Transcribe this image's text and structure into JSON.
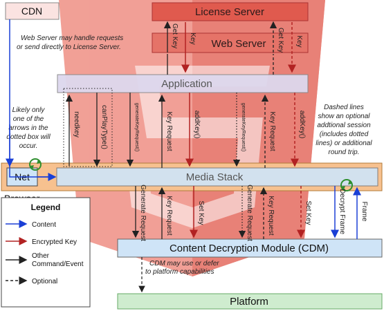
{
  "boxes": {
    "cdn": "CDN",
    "license_server": "License Server",
    "web_server": "Web Server",
    "application": "Application",
    "net": "Net",
    "media_stack": "Media Stack",
    "browser": "Browser",
    "cdm": "Content Decryption Module (CDM)",
    "platform": "Platform"
  },
  "notes": {
    "web_server_line1": "Web Server may handle requests",
    "web_server_line2": "or send directly to License Server.",
    "likely_line1": "Likely only",
    "likely_line2": "one of the",
    "likely_line3": "arrows in the",
    "likely_line4": "dotted box will",
    "likely_line5": "occur.",
    "dashed_line1": "Dashed lines",
    "dashed_line2": "show an optional",
    "dashed_line3": "addtional session",
    "dashed_line4": "(includes dotted",
    "dashed_line5": "lines) or additional",
    "dashed_line6": "round trip.",
    "cdm_note_line1": "CDM may use or defer",
    "cdm_note_line2": "to platform capabilities"
  },
  "arrow_labels": {
    "get_key_1": "Get Key",
    "key_1": "Key",
    "get_key_2": "Get Key",
    "key_2": "Key",
    "needkey": "needkey",
    "canplaytype": "canPlayType()",
    "generate_key_request_1": "generateKeyRequest()",
    "key_request_up_1": "Key Request",
    "addkey_1": "addKey()",
    "generate_key_request_2": "generateKeyRequest()",
    "key_request_up_2": "Key Request",
    "addkey_2": "addKey()",
    "generate_request_1": "Generate Request",
    "key_request_down_1": "Key Request",
    "set_key_1": "Set Key",
    "generate_request_2": "Generate Request",
    "key_request_down_2": "Key Request",
    "set_key_2": "Set Key",
    "decrypt_frame": "Decrypt Frame",
    "frame": "Frame"
  },
  "legend": {
    "title": "Legend",
    "content": "Content",
    "encrypted_key": "Encrypted Key",
    "other_line1": "Other",
    "other_line2": "Command/Event",
    "optional": "Optional"
  },
  "colors": {
    "content": "#1a3fd6",
    "encrypted_key": "#b22222",
    "command": "#222222",
    "server_fill": "#e57368",
    "application_fill": "#ddd8ee",
    "media_fill": "#cfe4f7",
    "browser_fill": "#f7c18f",
    "cdm_fill": "#cfe4f7",
    "platform_fill": "#cfeccf",
    "watermark": "#e9574b"
  }
}
